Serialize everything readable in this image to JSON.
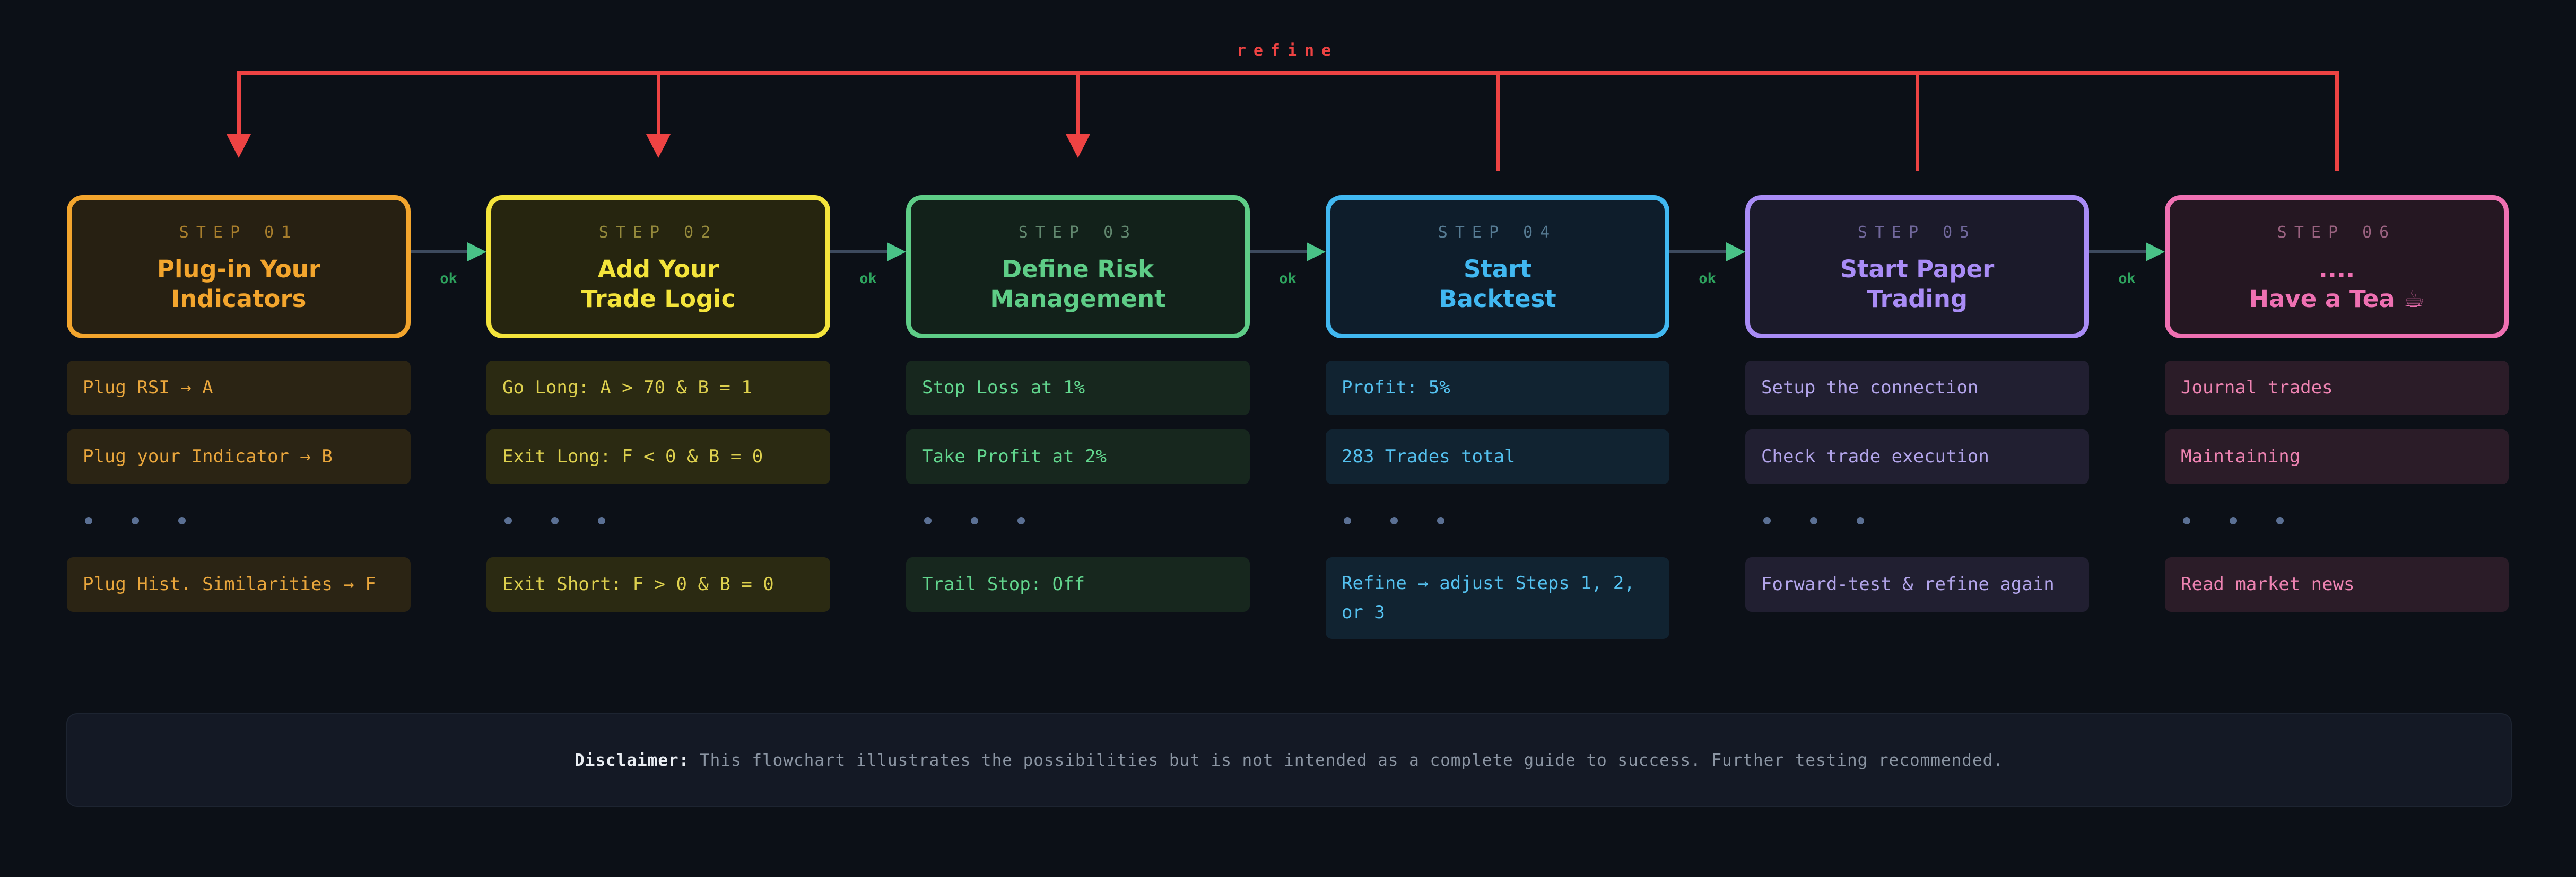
{
  "colors": {
    "background": "#0c1017",
    "refine_red": "#ee4343",
    "connector_line": "#3d4a5e",
    "connector_arrow": "#49c287",
    "ok_text": "#2ea35e",
    "dots": "#5b7094"
  },
  "refine": {
    "label": "refine"
  },
  "connector": {
    "ok_label": "ok"
  },
  "steps": [
    {
      "step_label": "STEP 01",
      "title_line1": "Plug-in Your",
      "title_line2": "Indicators",
      "accent": "#f3a52d",
      "label_color": "#a87e2c",
      "box_bg": "#272012",
      "item_bg": "#2b2414",
      "item_text_color": "#e9a63c",
      "items": [
        "Plug RSI → A",
        "Plug your Indicator → B",
        "Plug Hist. Similarities → F"
      ]
    },
    {
      "step_label": "STEP 02",
      "title_line1": "Add Your",
      "title_line2": "Trade Logic",
      "accent": "#f4e43b",
      "label_color": "#94893b",
      "box_bg": "#26250f",
      "item_bg": "#2b2a12",
      "item_text_color": "#ddd04e",
      "items": [
        "Go Long: A > 70 & B = 1",
        "Exit Long: F < 0 & B = 0",
        "Exit Short: F > 0 & B = 0"
      ]
    },
    {
      "step_label": "STEP 03",
      "title_line1": "Define Risk",
      "title_line2": "Management",
      "accent": "#5ecd87",
      "label_color": "#61876e",
      "box_bg": "#12211a",
      "item_bg": "#17271e",
      "item_text_color": "#62d68e",
      "items": [
        "Stop Loss at 1%",
        "Take Profit at 2%",
        "Trail Stop: Off"
      ]
    },
    {
      "step_label": "STEP 04",
      "title_line1": "Start",
      "title_line2": "Backtest",
      "accent": "#41b8f1",
      "label_color": "#567b93",
      "box_bg": "#0e1d2b",
      "item_bg": "#112331",
      "item_text_color": "#54c0ee",
      "items": [
        "Profit: 5%",
        "283 Trades total",
        "Refine → adjust Steps 1, 2, or 3"
      ]
    },
    {
      "step_label": "STEP 05",
      "title_line1": "Start Paper",
      "title_line2": "Trading",
      "accent": "#a98cf6",
      "label_color": "#71689c",
      "box_bg": "#1b1a2a",
      "item_bg": "#211f31",
      "item_text_color": "#b2a4ea",
      "items": [
        "Setup the connection",
        "Check trade execution",
        "Forward-test & refine again"
      ]
    },
    {
      "step_label": "STEP 06",
      "title_line1": "....",
      "title_line2": "Have a Tea ☕",
      "accent": "#ef70b2",
      "label_color": "#9a6280",
      "box_bg": "#251722",
      "item_bg": "#2b1c28",
      "item_text_color": "#ee83b2",
      "items": [
        "Journal trades",
        "Maintaining",
        "Read market news"
      ]
    }
  ],
  "disclaimer": {
    "label": "Disclaimer:",
    "text": "This flowchart illustrates the possibilities but is not intended as a complete guide to success. Further testing recommended."
  }
}
